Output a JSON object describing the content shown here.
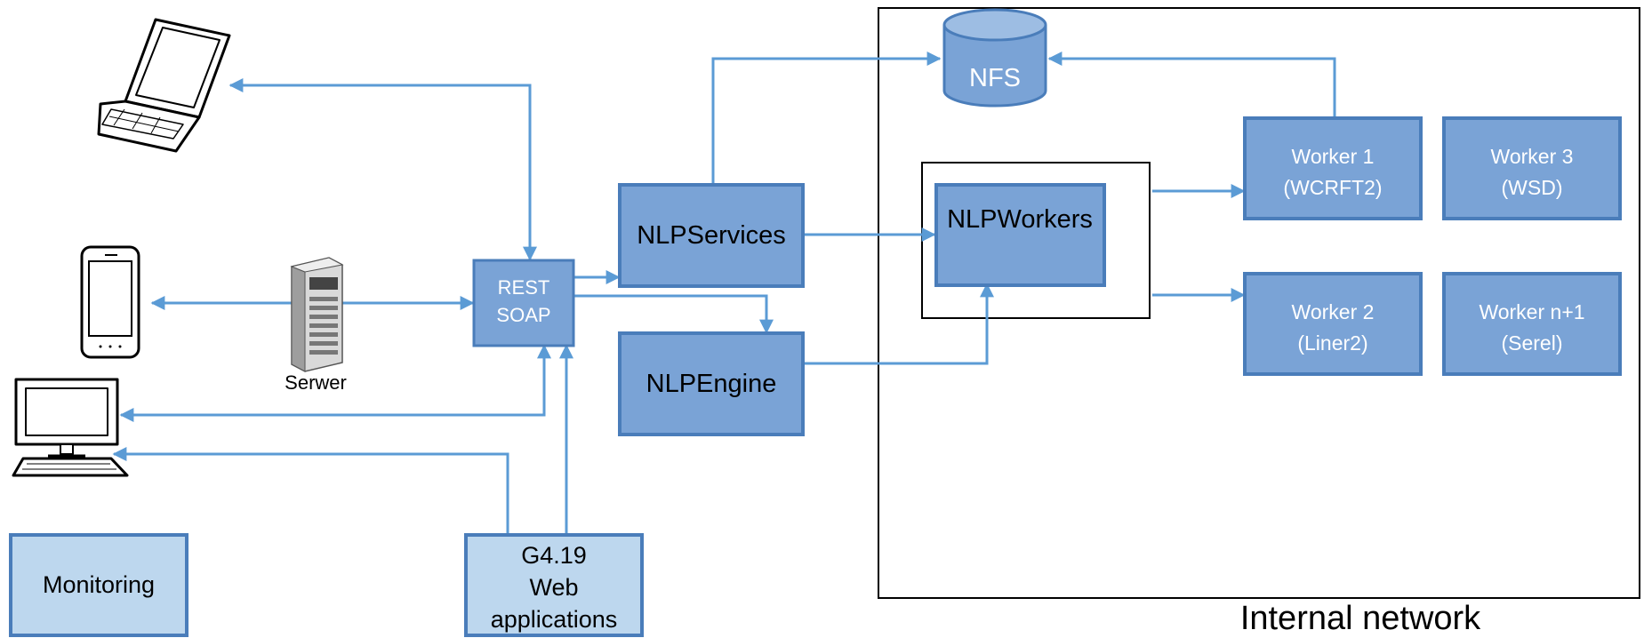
{
  "labels": {
    "rest": "REST",
    "soap": "SOAP",
    "server": "Serwer",
    "nlp_services": "NLPServices",
    "nlp_engine": "NLPEngine",
    "nlp_workers": "NLPWorkers",
    "nfs": "NFS",
    "worker1_name": "Worker 1",
    "worker1_tool": "(WCRFT2)",
    "worker2_name": "Worker 2",
    "worker2_tool": "(Liner2)",
    "worker3_name": "Worker 3",
    "worker3_tool": "(WSD)",
    "workern_name": "Worker n+1",
    "workern_tool": "(Serel)",
    "monitoring": "Monitoring",
    "g419": "G4.19",
    "web": "Web",
    "applications": "applications",
    "internal_network": "Internal network"
  },
  "colors": {
    "box_dark": "#7AA3D6",
    "box_light": "#BDD7EE",
    "border": "#4A7DBA",
    "arrow": "#5B9BD5",
    "line": "#000000"
  }
}
